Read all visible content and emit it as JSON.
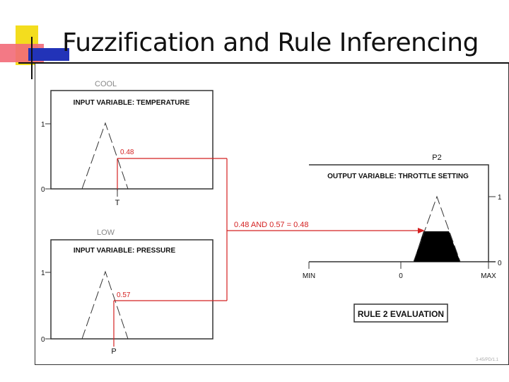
{
  "slide": {
    "title": "Fuzzification and Rule Inferencing"
  },
  "input_temperature": {
    "set_label": "COOL",
    "panel_title": "INPUT VARIABLE: TEMPERATURE",
    "y_top": "1",
    "y_bottom": "0",
    "value": "0.48",
    "marker": "T"
  },
  "input_pressure": {
    "set_label": "LOW",
    "panel_title": "INPUT VARIABLE: PRESSURE",
    "y_top": "1",
    "y_bottom": "0",
    "value": "0.57",
    "marker": "P"
  },
  "output_throttle": {
    "set_label": "P2",
    "panel_title": "OUTPUT VARIABLE: THROTTLE SETTING",
    "y_top": "1",
    "y_bottom": "0",
    "x_min": "MIN",
    "x_zero": "0",
    "x_max": "MAX"
  },
  "rule": {
    "expression": "0.48 AND 0.57 = 0.48",
    "caption": "RULE 2 EVALUATION"
  },
  "footer": {
    "code": "3-45/PD/1.1"
  },
  "colors": {
    "accent_red": "#d42020",
    "line": "#333333"
  }
}
